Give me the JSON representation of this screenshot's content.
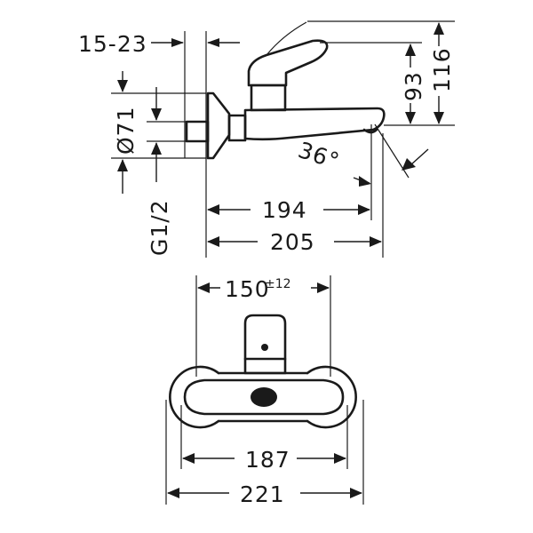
{
  "dimensions": {
    "side": {
      "wall_offset": "15-23",
      "rosette_diameter": "Ø71",
      "connection_thread": "G1/2",
      "lever_height": "93",
      "total_height": "116",
      "swivel_angle": "36°",
      "spout_reach": "194",
      "total_depth": "205"
    },
    "front": {
      "center_distance": "150",
      "center_tolerance": "±12",
      "rosette_span": "187",
      "total_width": "221"
    }
  }
}
